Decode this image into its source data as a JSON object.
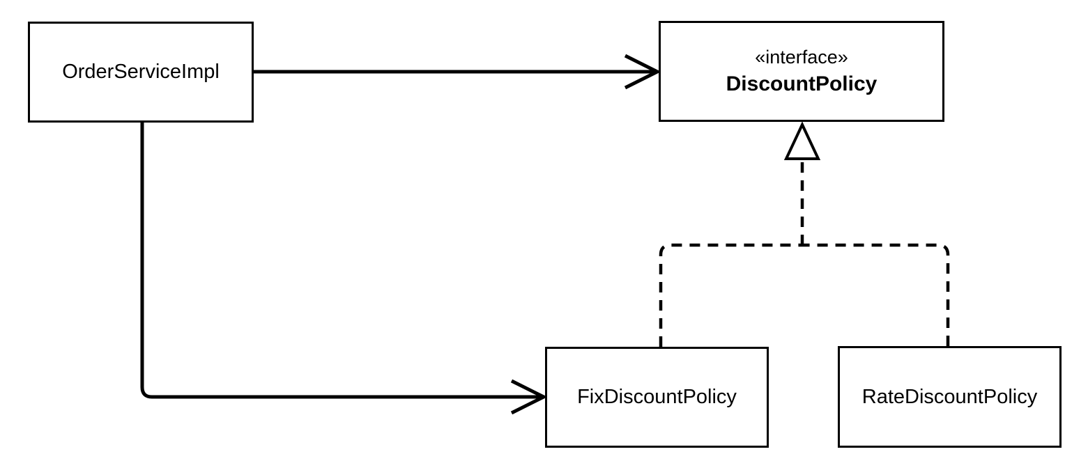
{
  "diagram": {
    "type": "uml-class-diagram",
    "background_color": "#ffffff",
    "line_color": "#000000",
    "nodes": {
      "order_service_impl": {
        "label": "OrderServiceImpl"
      },
      "discount_policy": {
        "stereotype": "«interface»",
        "label": "DiscountPolicy"
      },
      "fix_discount_policy": {
        "label": "FixDiscountPolicy"
      },
      "rate_discount_policy": {
        "label": "RateDiscountPolicy"
      }
    },
    "edges": [
      {
        "from": "OrderServiceImpl",
        "to": "DiscountPolicy",
        "type": "dependency",
        "style": "solid",
        "arrowhead": "open"
      },
      {
        "from": "OrderServiceImpl",
        "to": "FixDiscountPolicy",
        "type": "dependency",
        "style": "solid",
        "arrowhead": "open"
      },
      {
        "from": "FixDiscountPolicy",
        "to": "DiscountPolicy",
        "type": "realization",
        "style": "dashed",
        "arrowhead": "hollow-triangle"
      },
      {
        "from": "RateDiscountPolicy",
        "to": "DiscountPolicy",
        "type": "realization",
        "style": "dashed",
        "arrowhead": "hollow-triangle"
      }
    ]
  }
}
